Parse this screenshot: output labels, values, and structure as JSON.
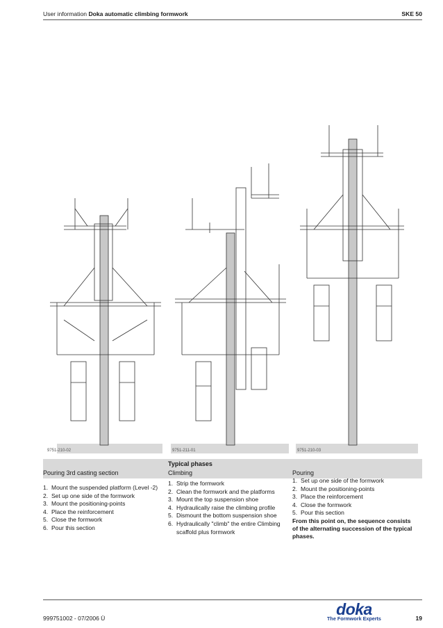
{
  "header": {
    "prefix": "User information",
    "title": "Doka automatic climbing formwork",
    "product": "SKE 50"
  },
  "figures": {
    "codes": [
      "9751-210-02",
      "9751-211-01",
      "9751-210-03"
    ]
  },
  "section": {
    "typical_phases": "Typical phases",
    "columns": [
      {
        "heading": "Pouring 3rd casting section",
        "steps": [
          "Mount the suspended platform (Level -2)",
          "Set up one side of the formwork",
          "Mount the positioning-points",
          "Place the reinforcement",
          "Close the formwork",
          "Pour this section"
        ]
      },
      {
        "heading": "Climbing",
        "steps": [
          "Strip the formwork",
          "Clean the formwork and the platforms",
          "Mount the top suspension shoe",
          "Hydraulically raise the climbing profile",
          "Dismount the bottom suspension shoe",
          "Hydraulically \"climb\" the entire Climbing scaffold plus formwork"
        ]
      },
      {
        "heading": "Pouring",
        "steps": [
          "Set up one side of the formwork",
          "Mount the positioning-points",
          "Place the reinforcement",
          "Close the formwork",
          "Pour this section"
        ],
        "note": "From this point on, the sequence consists of the alternating succession of the typical phases."
      }
    ]
  },
  "footer": {
    "doc_number": "999751002  - 07/2006 Ü",
    "page": "19",
    "logo_word": "doka",
    "logo_tagline": "The Formwork Experts"
  },
  "colors": {
    "band": "#d9d9d9",
    "brand_blue": "#1a3f8f",
    "wall": "#c8c8c8"
  }
}
